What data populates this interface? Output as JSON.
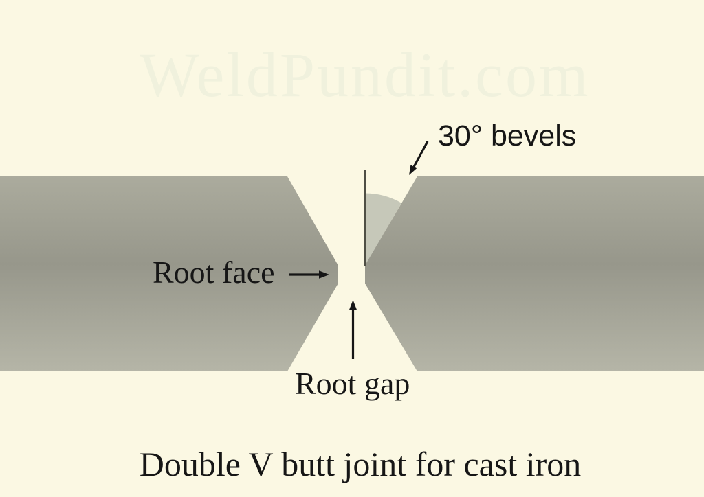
{
  "watermark": "WeldPundit.com",
  "labels": {
    "bevel_angle": "30° bevels",
    "root_face": "Root face",
    "root_gap": "Root gap"
  },
  "caption": "Double V butt joint for cast iron",
  "diagram": {
    "bevel_angle_deg": 30
  },
  "colors": {
    "background": "#fbf8e3",
    "plate_top": "#abab9d",
    "plate_mid": "#97978b",
    "plate_bottom": "#b5b5a7",
    "angle_wedge": "#c6c8b9",
    "reference_line": "#4f4f45",
    "text": "#161616",
    "watermark_text": "#f0f1dd"
  }
}
